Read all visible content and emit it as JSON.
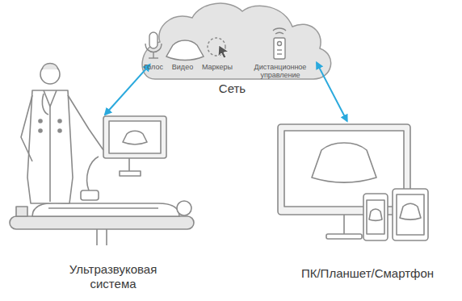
{
  "diagram": {
    "nodes": [
      {
        "text": [
          "Сеть"
        ]
      },
      {
        "text": [
          "Ультразвуковая система"
        ]
      },
      {
        "text": [
          "ПК/Планшет/Смартфон"
        ]
      }
    ],
    "edges": [
      {
        "from": 0,
        "to": 1,
        "arrow": "both"
      },
      {
        "from": 0,
        "to": 2,
        "arrow": "both"
      }
    ],
    "labels": [
      "Голос",
      "Видео",
      "Маркеры",
      "Дистанционное управление"
    ]
  }
}
